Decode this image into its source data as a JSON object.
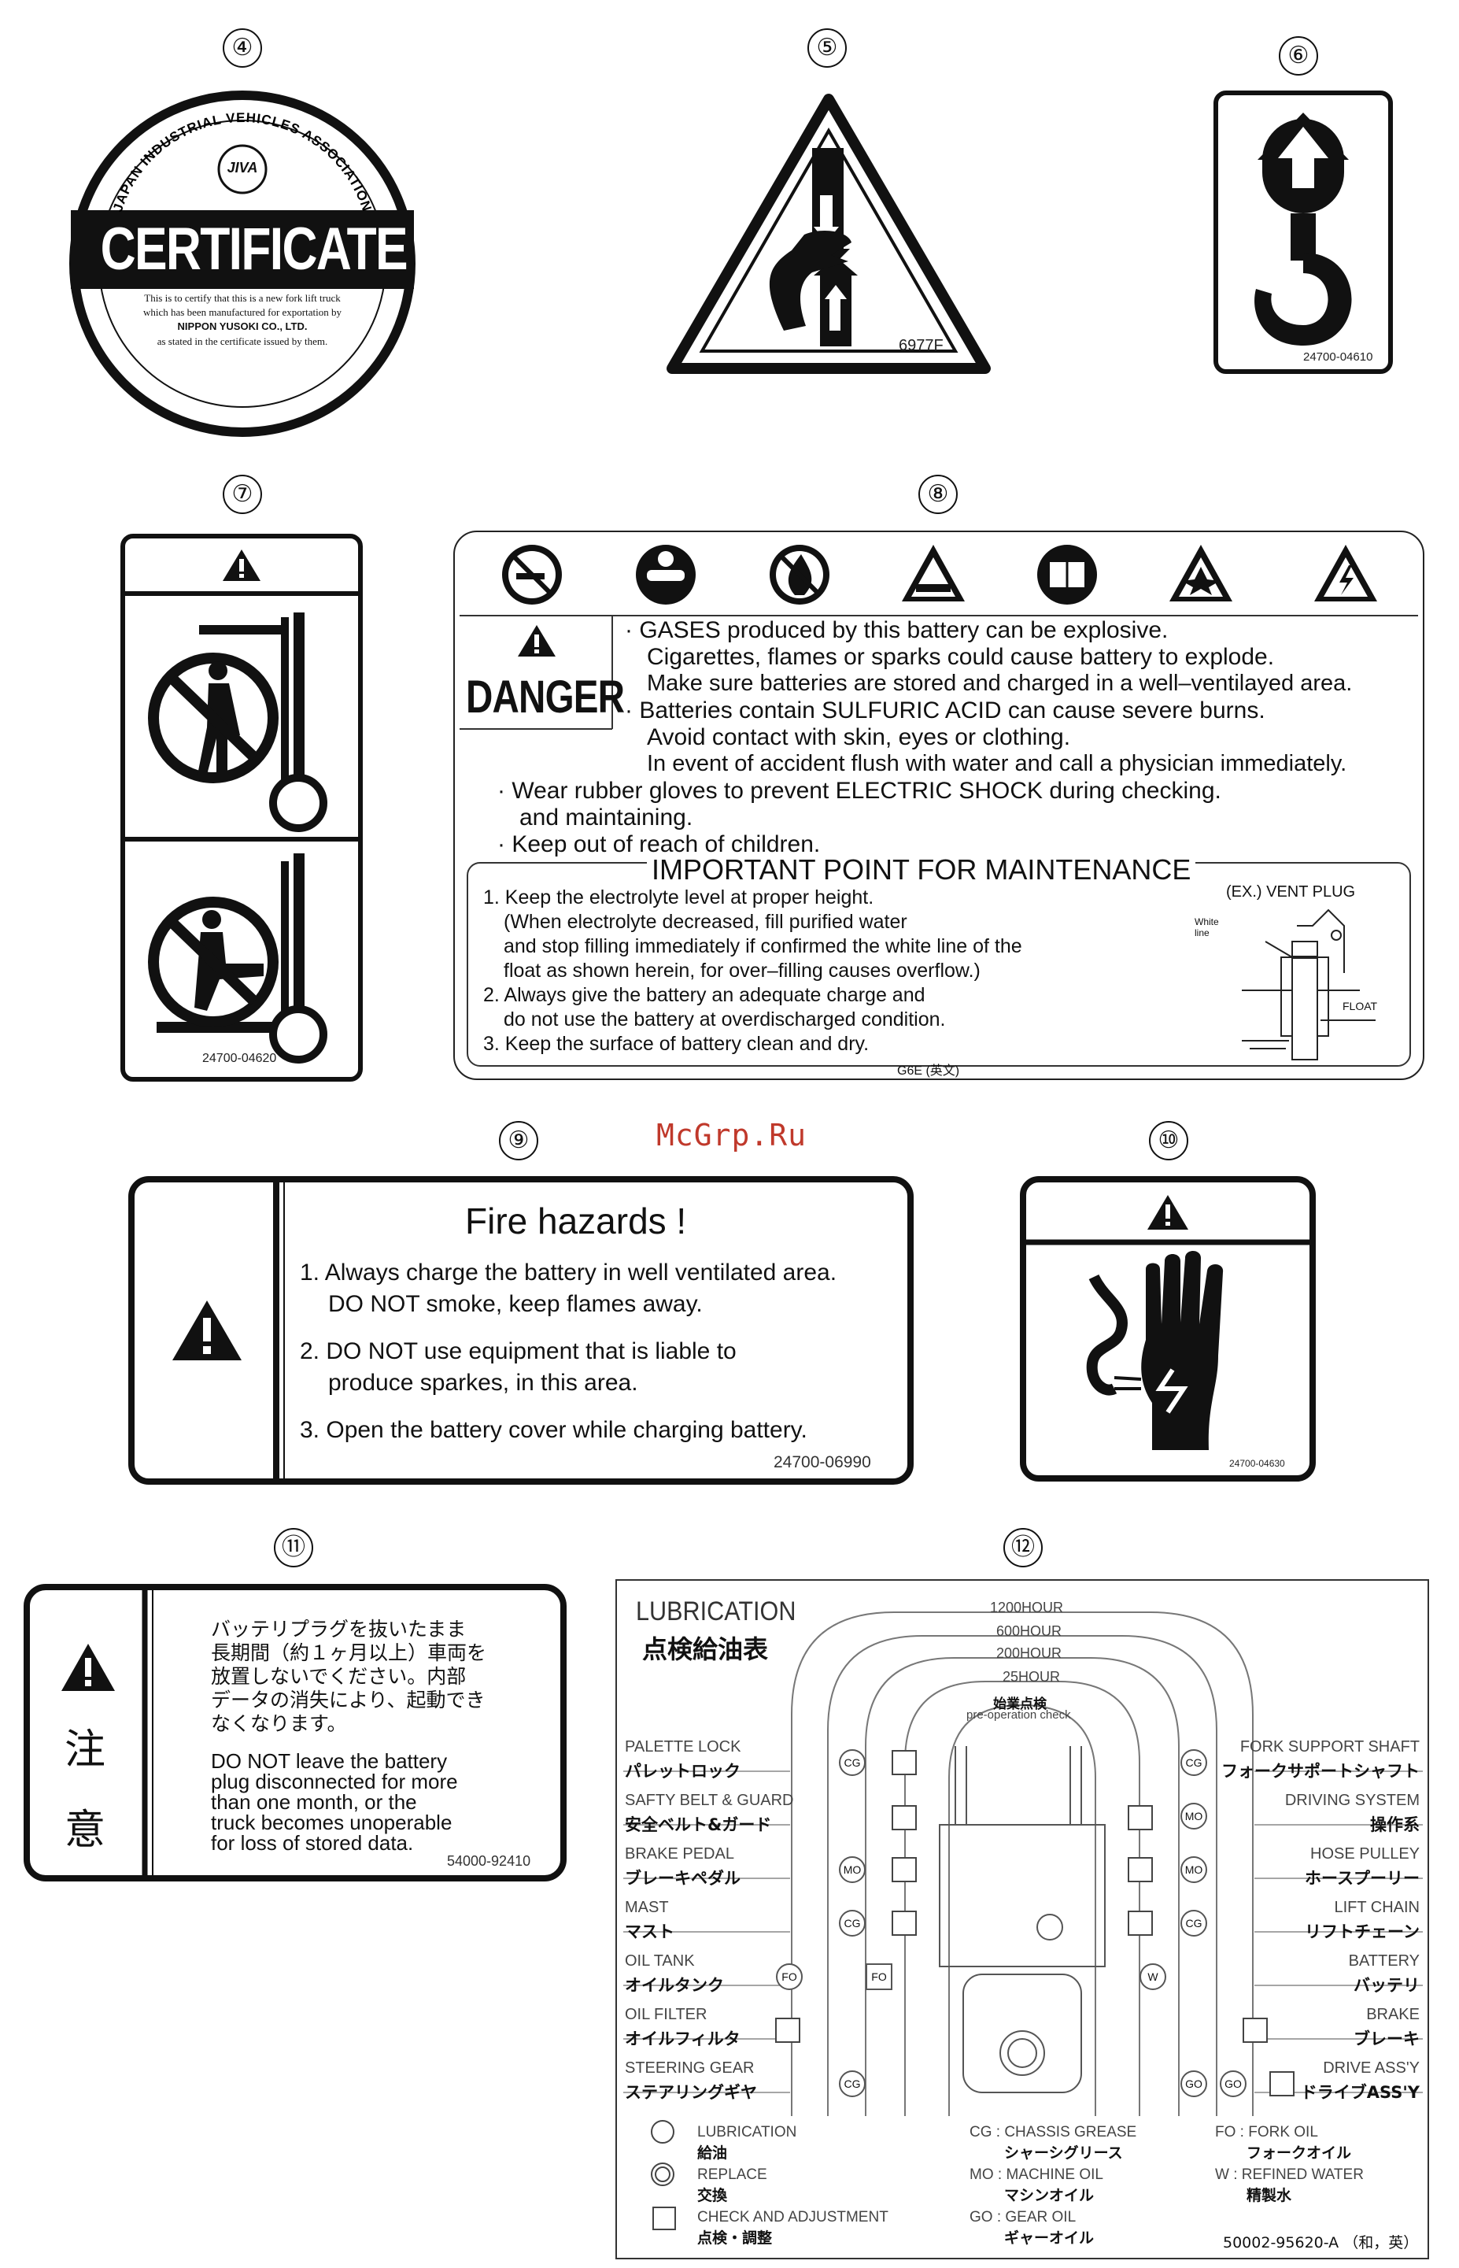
{
  "labels": {
    "n4": "④",
    "n5": "⑤",
    "n6": "⑥",
    "n7": "⑦",
    "n8": "⑧",
    "n9": "⑨",
    "n10": "⑩",
    "n11": "⑪",
    "n12": "⑫"
  },
  "certificate": {
    "ring_text": "JAPAN INDUSTRIAL VEHICLES ASSOCIATION",
    "logo": "JIVA",
    "title": "CERTIFICATE",
    "line1": "This is to certify that this is a new fork lift truck",
    "line2": "which has been manufactured for exportation by",
    "line3": "NIPPON YUSOKI CO., LTD.",
    "line4": "as stated in the certificate issued by them."
  },
  "crush_label": {
    "code": "6977F"
  },
  "hook_label": {
    "code": "24700-04610"
  },
  "no_rider_label": {
    "code": "24700-04620"
  },
  "danger_label": {
    "danger": "DANGER",
    "bullets": [
      "GASES   produced by this battery can be explosive.",
      "Cigarettes, flames or sparks could cause battery to explode.",
      "Make sure batteries are stored and charged in a well–ventilayed area.",
      "Batteries contain SULFURIC ACID can cause severe burns.",
      "Avoid contact with skin, eyes or clothing.",
      "In event of accident flush with water and call a physician immediately.",
      "Wear rubber gloves to prevent ELECTRIC SHOCK during checking.",
      "and maintaining.",
      "Keep out of reach of children."
    ],
    "maint_title": "IMPORTANT POINT FOR MAINTENANCE",
    "maint": [
      "1. Keep the electrolyte level at proper height.",
      "(When electrolyte decreased, fill purified water",
      "and stop filling immediately if confirmed the white line of the",
      "float as shown herein, for over–filling causes overflow.)",
      "2. Always give the battery an adequate charge and",
      "do not use the battery at overdischarged condition.",
      "3. Keep the surface of battery clean and dry."
    ],
    "vent": "(EX.) VENT PLUG",
    "white_line": "White line",
    "float": "FLOAT",
    "code": "G6E (英文)"
  },
  "watermark": "McGrp.Ru",
  "fire_label": {
    "title": "Fire hazards !",
    "items": [
      "1. Always charge the battery in well ventilated area.",
      "DO NOT smoke, keep flames away.",
      "2. DO NOT use equipment that is liable to",
      "produce sparkes, in this area.",
      "3. Open the battery cover while charging battery."
    ],
    "code": "24700-06990"
  },
  "shock_label": {
    "code": "24700-04630"
  },
  "plug_label": {
    "caution1": "注",
    "caution2": "意",
    "jp": [
      "バッテリプラグを抜いたまま",
      "長期間（約１ヶ月以上）車両を",
      "放置しないでください。内部",
      "データの消失により、起動でき",
      "なくなります。"
    ],
    "en": [
      "DO NOT leave the battery",
      "plug disconnected for more",
      "than one month, or the",
      "truck becomes unoperable",
      "for loss of stored data."
    ],
    "code": "54000-92410"
  },
  "lubrication": {
    "title": "LUBRICATION",
    "title_jp": "点検給油表",
    "hours": [
      "1200HOUR",
      "600HOUR",
      "200HOUR",
      "25HOUR"
    ],
    "preop_jp": "始業点検",
    "preop": "pre-operation check",
    "left": [
      {
        "en": "PALETTE LOCK",
        "jp": "パレットロック",
        "mark": "CG"
      },
      {
        "en": "SAFTY BELT & GUARD",
        "jp": "安全ベルト&ガード",
        "mark": ""
      },
      {
        "en": "BRAKE PEDAL",
        "jp": "ブレーキペダル",
        "mark": "MO"
      },
      {
        "en": "MAST",
        "jp": "マスト",
        "mark": "CG"
      },
      {
        "en": "OIL TANK",
        "jp": "オイルタンク",
        "mark": "FO"
      },
      {
        "en": "OIL FILTER",
        "jp": "オイルフィルタ",
        "mark": ""
      },
      {
        "en": "STEERING GEAR",
        "jp": "ステアリングギヤ",
        "mark": "CG"
      }
    ],
    "right": [
      {
        "en": "FORK SUPPORT SHAFT",
        "jp": "フォークサポートシャフト",
        "mark": "CG"
      },
      {
        "en": "DRIVING SYSTEM",
        "jp": "操作系",
        "mark": "MO"
      },
      {
        "en": "HOSE PULLEY",
        "jp": "ホースプーリー",
        "mark": "MO"
      },
      {
        "en": "LIFT CHAIN",
        "jp": "リフトチェーン",
        "mark": "CG"
      },
      {
        "en": "BATTERY",
        "jp": "バッテリ",
        "mark": "W"
      },
      {
        "en": "BRAKE",
        "jp": "ブレーキ",
        "mark": ""
      },
      {
        "en": "DRIVE ASS'Y",
        "jp": "ドライブASS'Y",
        "mark": "GO"
      }
    ],
    "inner_fo": "FO",
    "inner_go": "GO",
    "legend": {
      "lub_en": "LUBRICATION",
      "lub_jp": "給油",
      "rep_en": "REPLACE",
      "rep_jp": "交換",
      "chk_en": "CHECK AND ADJUSTMENT",
      "chk_jp": "点検・調整",
      "cg": "CG : CHASSIS GREASE",
      "cg_jp": "シャーシグリース",
      "mo": "MO : MACHINE OIL",
      "mo_jp": "マシンオイル",
      "go": "GO : GEAR OIL",
      "go_jp": "ギャーオイル",
      "fo": "FO : FORK OIL",
      "fo_jp": "フォークオイル",
      "w": "W : REFINED WATER",
      "w_jp": "精製水"
    },
    "code": "50002-95620-A （和，英）"
  }
}
